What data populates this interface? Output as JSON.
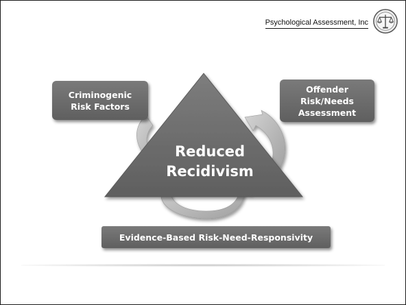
{
  "header": {
    "company": "Psychological Assessment, Inc"
  },
  "logo": {
    "icon": "scales-of-justice-icon",
    "colors": {
      "stroke": "#4a4a4a",
      "fill": "#e6e6e6"
    }
  },
  "diagram": {
    "center_lines": [
      "Reduced",
      "Recidivism"
    ],
    "left_box_lines": [
      "Criminogenic",
      "Risk Factors"
    ],
    "right_box_lines": [
      "Offender",
      "Risk/Needs",
      "Assessment"
    ],
    "bottom_box": "Evidence-Based Risk-Need-Responsivity",
    "colors": {
      "triangle": "#6a6a6a",
      "box": "#6e6e6e",
      "arrow": "#b9b9b9",
      "text": "#ffffff"
    }
  }
}
